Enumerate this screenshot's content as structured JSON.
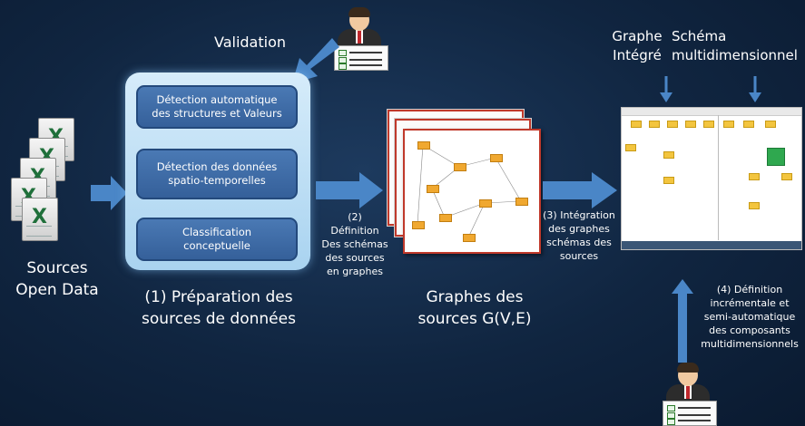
{
  "sources": {
    "line1": "Sources",
    "line2": "Open Data"
  },
  "validation": {
    "label": "Validation"
  },
  "preparation": {
    "steps": [
      {
        "line1": "Détection automatique",
        "line2": "des structures et Valeurs"
      },
      {
        "line1": "Détection des données",
        "line2": "spatio-temporelles"
      },
      {
        "line1": "Classification",
        "line2": "conceptuelle"
      }
    ],
    "caption_line1": "(1) Préparation des",
    "caption_line2": "sources de données"
  },
  "step2": {
    "lines": [
      "(2)",
      "Définition",
      "Des schémas",
      "des sources",
      "en graphes"
    ]
  },
  "graphs": {
    "caption_line1": "Graphes des",
    "caption_line2": "sources  G(V,E)"
  },
  "step3": {
    "lines": [
      "(3) Intégration",
      "des graphes",
      "schémas des",
      "sources"
    ]
  },
  "integrated": {
    "graphe_line1": "Graphe",
    "graphe_line2": "Intégré",
    "schema_line1": "Schéma",
    "schema_line2": "multidimensionnel"
  },
  "step4": {
    "lines": [
      "(4) Définition",
      "incrémentale et",
      "semi-automatique",
      "des composants",
      "multidimensionnels"
    ]
  },
  "icons": {
    "user": "user-with-checklist-icon",
    "excel": "excel-file-icon",
    "arrow": "arrow-icon"
  },
  "colors": {
    "background": "#102540",
    "panel": "#a9d3f0",
    "step_box": "#3f6ca8",
    "arrow": "#4a86c7",
    "node": "#f0a830"
  }
}
